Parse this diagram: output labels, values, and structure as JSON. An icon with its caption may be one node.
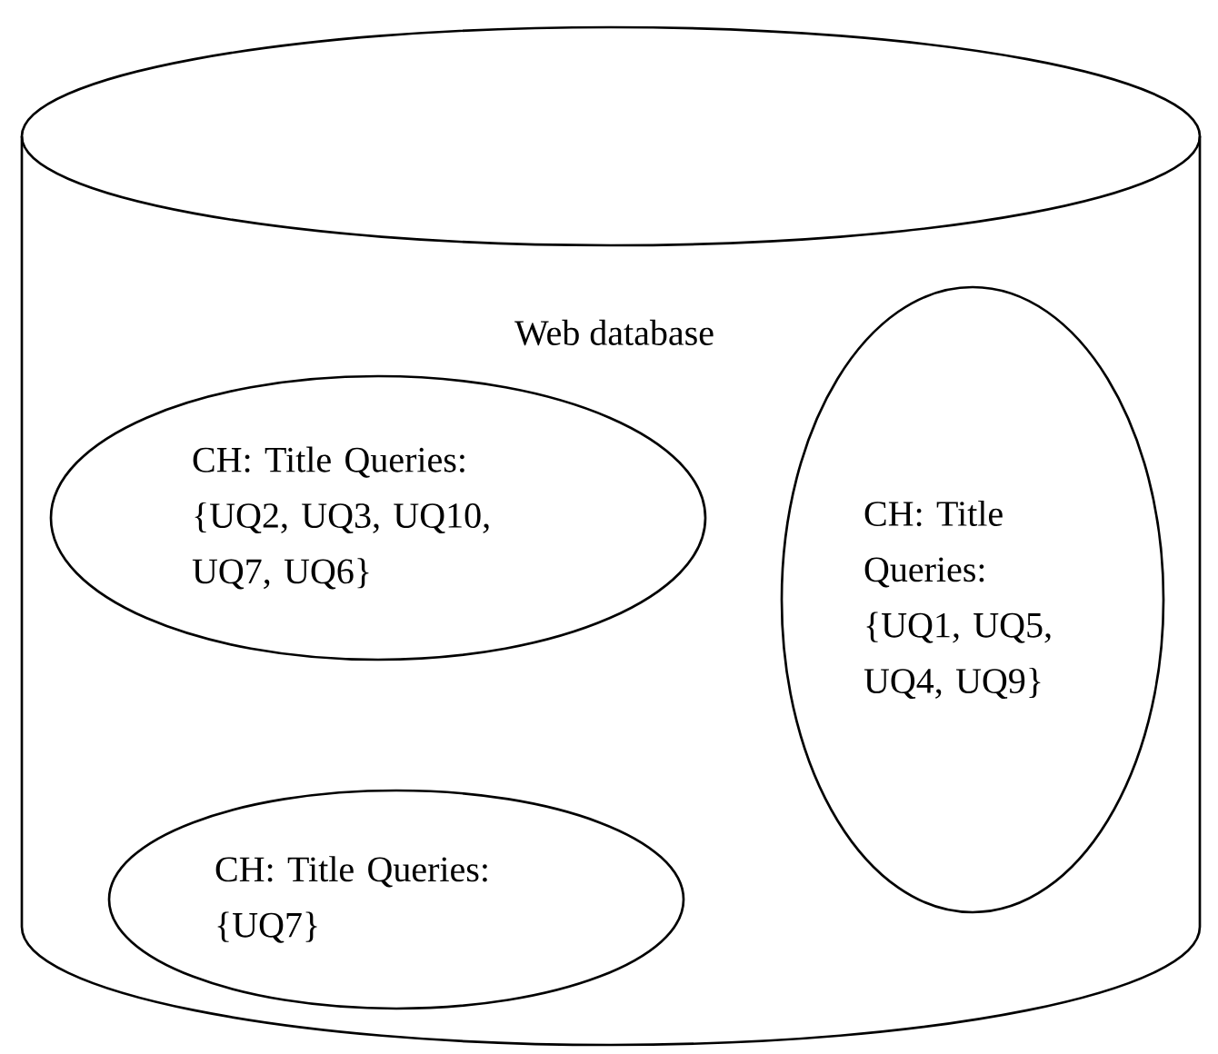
{
  "diagram": {
    "nodes": [
      {
        "text": [
          "Web database"
        ]
      },
      {
        "text": [
          "CH: Title Queries: {UQ2, UQ3, UQ10, UQ7, UQ6}"
        ],
        "in": 0
      },
      {
        "text": [
          "CH: Title Queries: {UQ1, UQ5, UQ4, UQ9}"
        ],
        "in": 0
      },
      {
        "text": [
          "CH: Title Queries: {UQ7}"
        ],
        "in": 0
      }
    ]
  }
}
